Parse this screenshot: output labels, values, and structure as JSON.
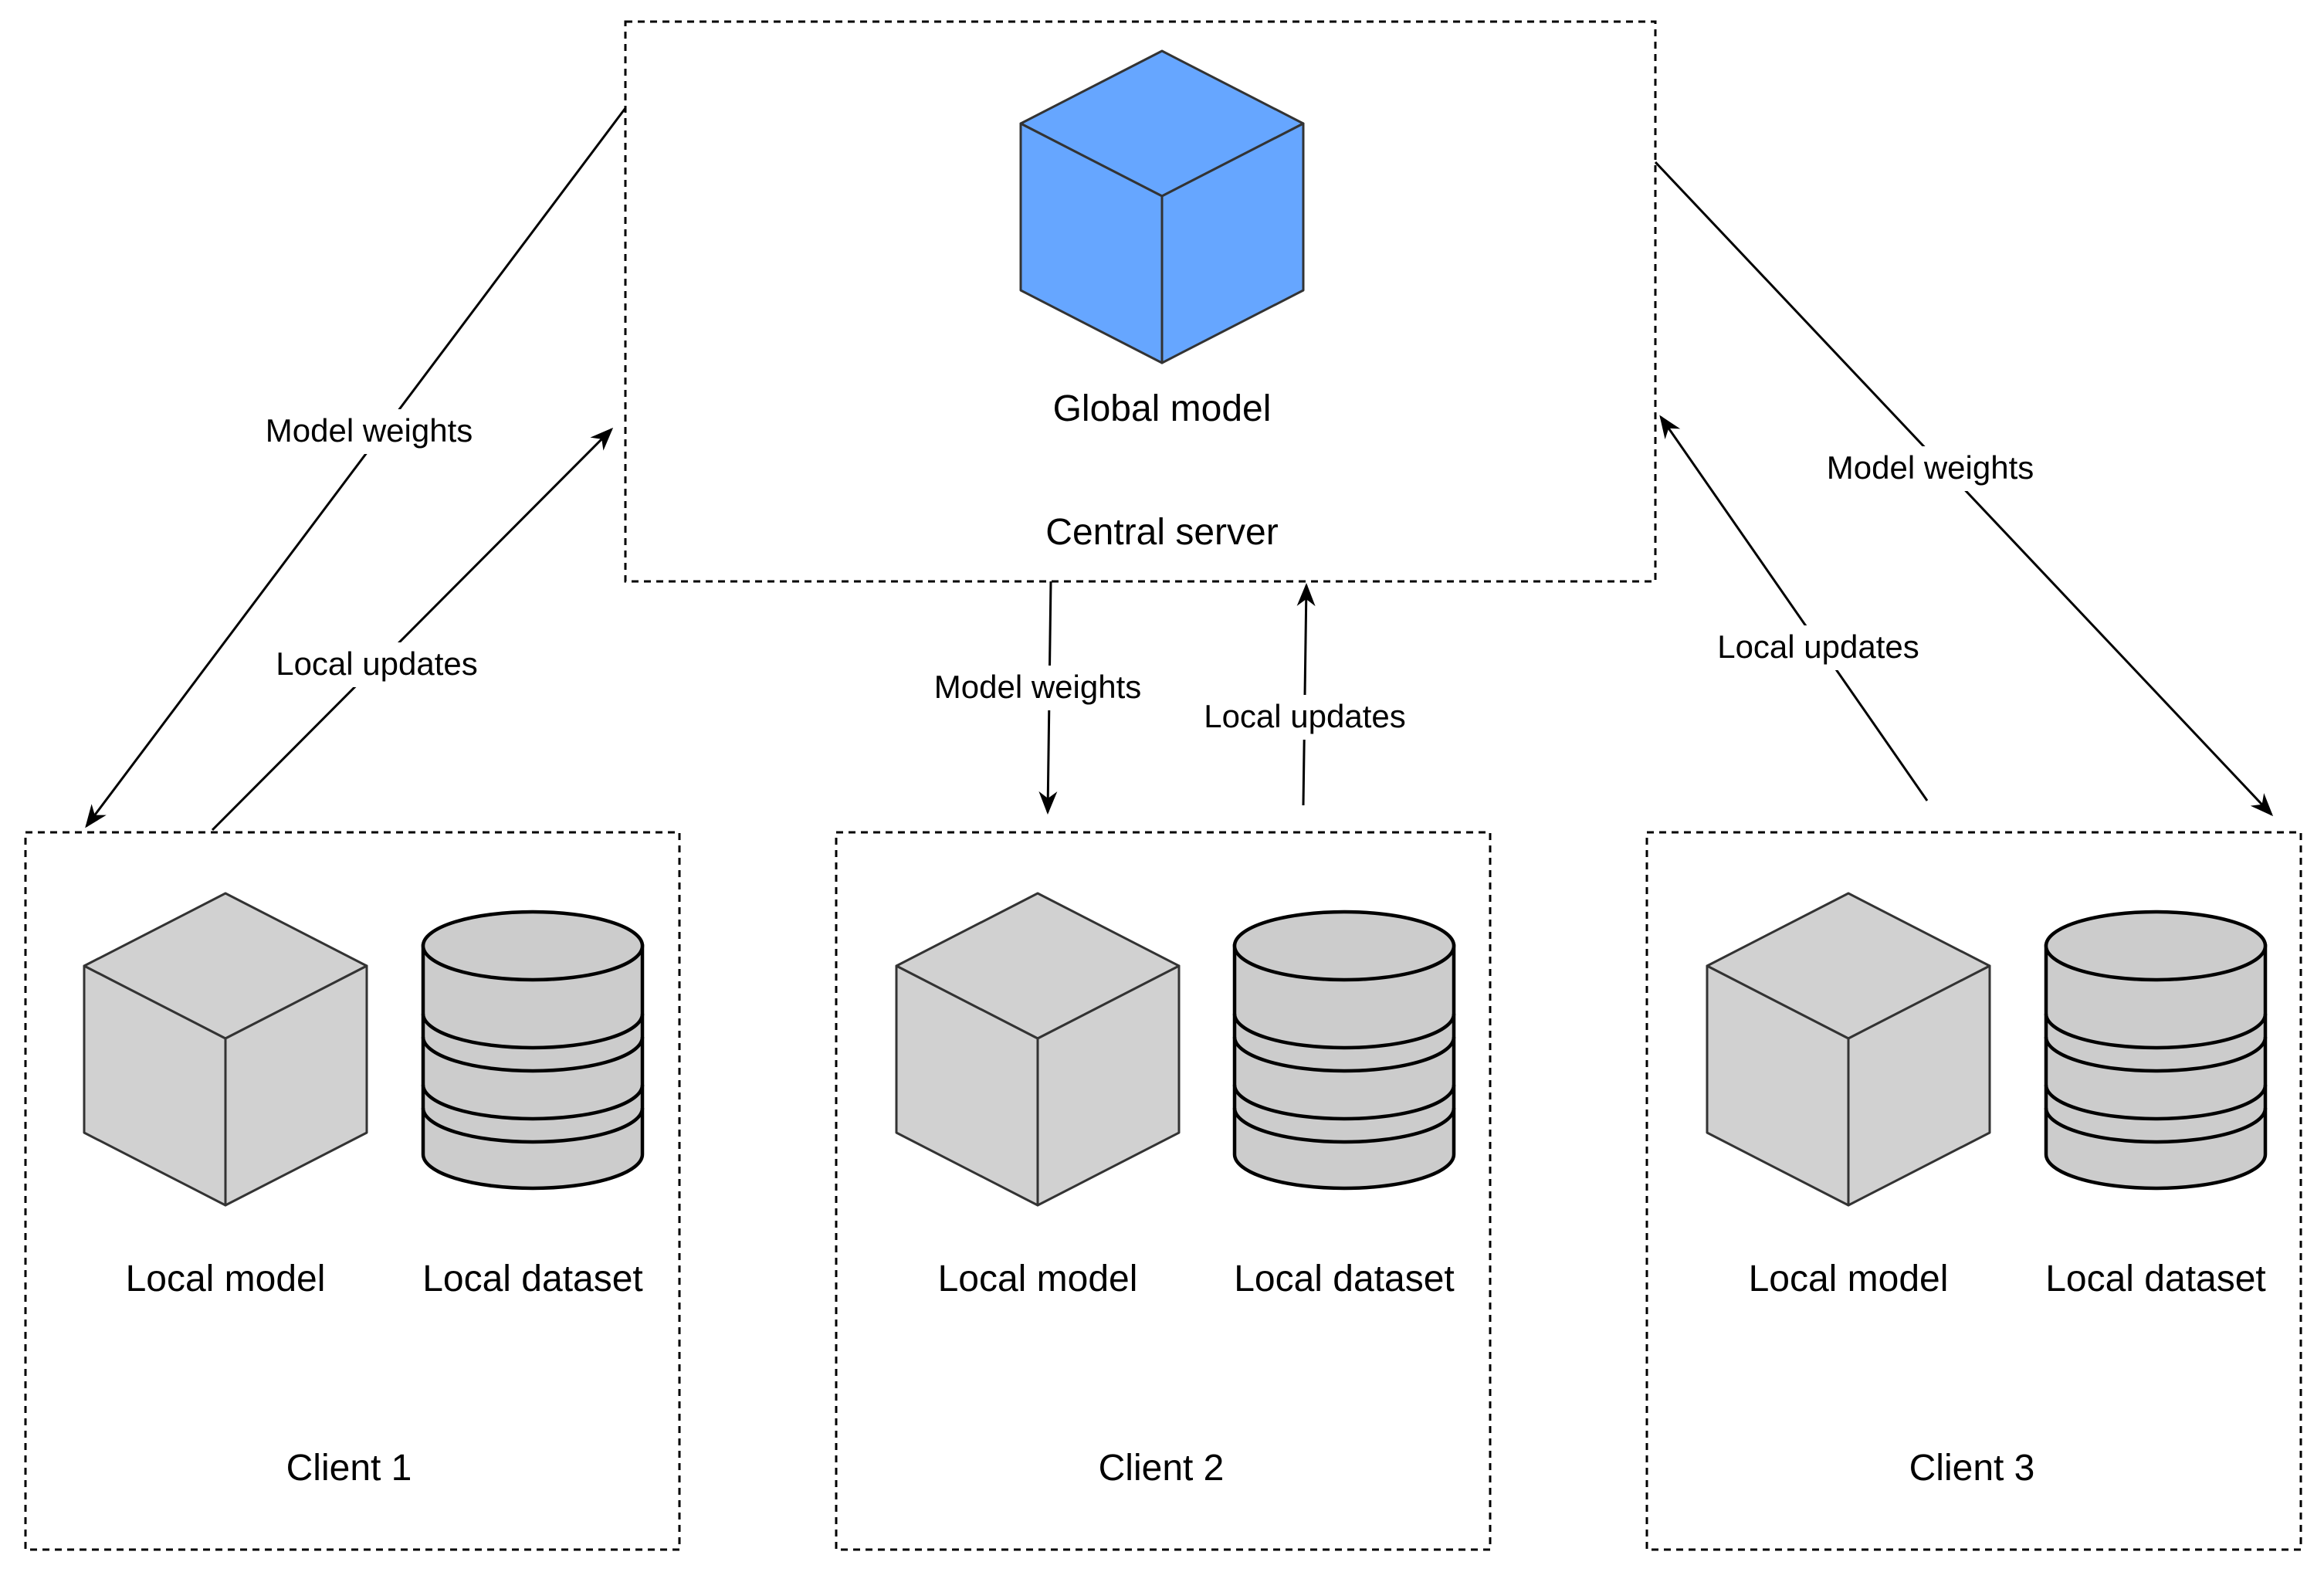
{
  "colors": {
    "global_model": "#66a6ff",
    "local_model": "#d1d1d1",
    "dataset": "#cccccc"
  },
  "server": {
    "label": "Central server",
    "model_label": "Global model"
  },
  "clients": [
    {
      "label": "Client 1",
      "model_label": "Local model",
      "dataset_label": "Local dataset"
    },
    {
      "label": "Client 2",
      "model_label": "Local model",
      "dataset_label": "Local dataset"
    },
    {
      "label": "Client 3",
      "model_label": "Local model",
      "dataset_label": "Local dataset"
    }
  ],
  "edges": {
    "client1_down": "Model weights",
    "client1_up": "Local updates",
    "client2_down": "Model weights",
    "client2_up": "Local updates",
    "client3_down": "Model weights",
    "client3_up": "Local updates"
  }
}
